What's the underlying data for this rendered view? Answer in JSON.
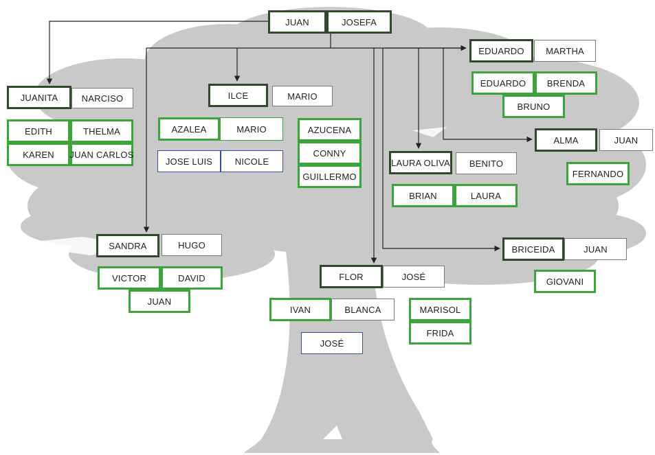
{
  "root": {
    "head": "JUAN",
    "spouse": "JOSEFA"
  },
  "families": {
    "juanita": {
      "head": "JUANITA",
      "spouse": "NARCISO",
      "children": [
        "EDITH",
        "THELMA",
        "KAREN",
        "JUAN CARLOS"
      ]
    },
    "ilce": {
      "head": "ILCE",
      "spouse": "MARIO",
      "children": [
        "AZALEA",
        "MARIO"
      ],
      "grandchildren": [
        "JOSE LUIS",
        "NICOLE"
      ]
    },
    "azucena": {
      "children": [
        "AZUCENA",
        "CONNY",
        "GUILLERMO"
      ]
    },
    "sandra": {
      "head": "SANDRA",
      "spouse": "HUGO",
      "children": [
        "VICTOR",
        "DAVID",
        "JUAN"
      ]
    },
    "flor": {
      "head": "FLOR",
      "spouse": "JOSÉ",
      "children": [
        "IVAN",
        "BLANCA",
        "MARISOL",
        "FRIDA"
      ],
      "grandchildren": [
        "JOSÉ"
      ]
    },
    "laura": {
      "head": "LAURA OLIVA",
      "spouse": "BENITO",
      "children": [
        "BRIAN",
        "LAURA"
      ]
    },
    "eduardo": {
      "head": "EDUARDO",
      "spouse": "MARTHA",
      "children": [
        "EDUARDO",
        "BRENDA",
        "BRUNO"
      ]
    },
    "alma": {
      "head": "ALMA",
      "spouse": "JUAN",
      "children": [
        "FERNANDO"
      ]
    },
    "briceida": {
      "head": "BRICEIDA",
      "spouse": "JUAN",
      "children": [
        "GIOVANI"
      ]
    }
  },
  "colors": {
    "tree_silhouette": "#c9c9c9",
    "head_border": "#2f4a28",
    "child_border": "#3aa53a",
    "grandchild_border": "#3a4ea0",
    "spouse_border": "#7a7a7a",
    "connector": "#222222"
  }
}
